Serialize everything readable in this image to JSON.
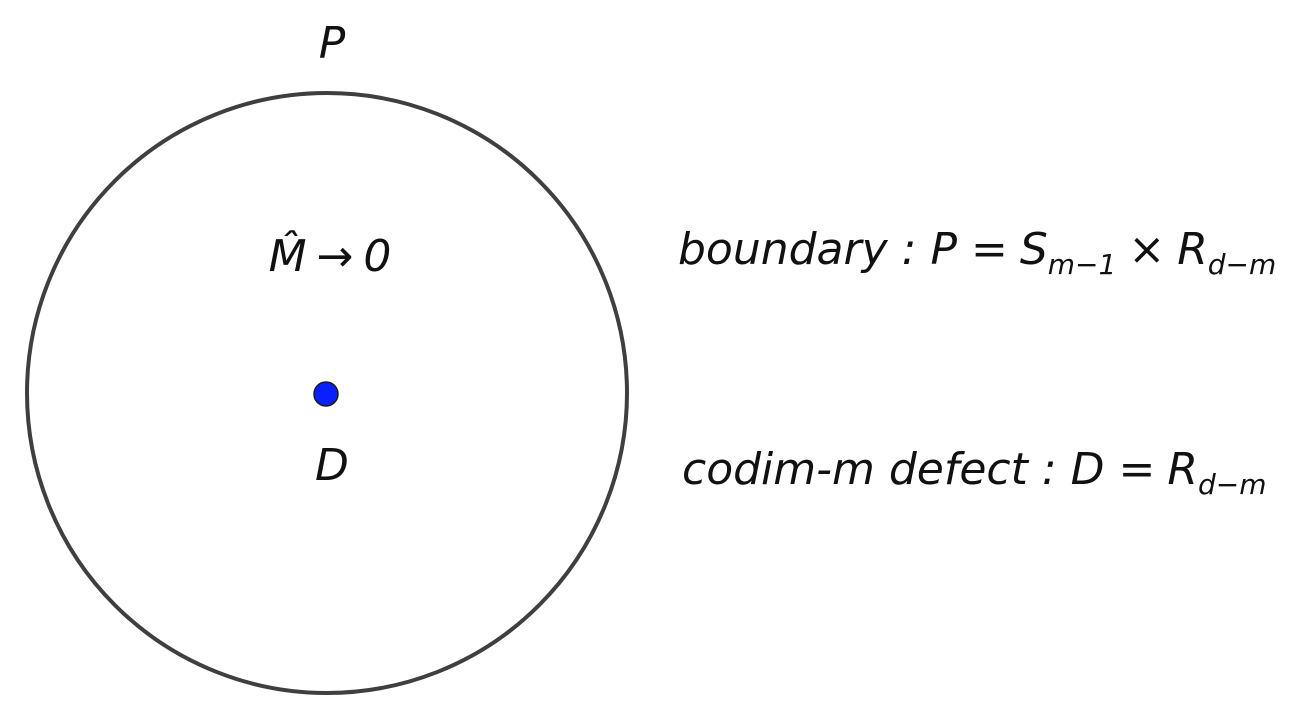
{
  "colors": {
    "circle_stroke": "#3f3f3f",
    "defect_fill": "#0a1fff",
    "defect_stroke": "#1a1a1a",
    "text": "#111111"
  },
  "labels": {
    "boundary_label": "P",
    "defect_label": "D",
    "bulk_condition": {
      "hat_symbol": "M̂",
      "arrow": "→",
      "value": "0"
    },
    "boundary_equation": {
      "lhs": "boundary : P =",
      "term1_base": "S",
      "term1_sub": "m−1",
      "times": "×",
      "term2_base": "R",
      "term2_sub": "d−m"
    },
    "defect_equation": {
      "lhs": "codim-m defect : D =",
      "term_base": "R",
      "term_sub": "d−m"
    }
  }
}
